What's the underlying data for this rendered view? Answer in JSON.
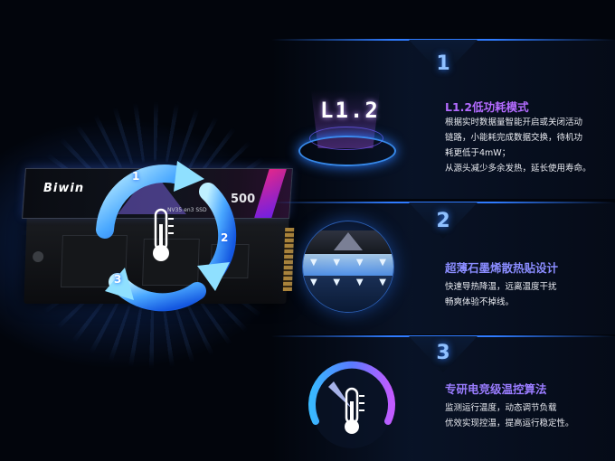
{
  "product": {
    "brand": "Biwin",
    "model": "500",
    "label_sub": "NV35        en3 SSD"
  },
  "cycle": {
    "steps": [
      "1",
      "2",
      "3"
    ],
    "icon": "thermometer-icon",
    "colors": {
      "arrow_light": "#8fe0ff",
      "arrow_dark": "#1a6bff"
    }
  },
  "features": [
    {
      "number": "1",
      "title": "L1.2低功耗模式",
      "icon_text": "L1.2",
      "icon": "l12-badge-icon",
      "lines": [
        "根据实时数据量智能开启或关闭活动",
        "链路，小能耗完成数据交换，待机功",
        "耗更低于4mW；",
        "从源头减少多余发热，延长使用寿命。"
      ]
    },
    {
      "number": "2",
      "title": "超薄石墨烯散热贴设计",
      "icon": "graphene-layer-icon",
      "lines": [
        "快速导热降温，远离温度干扰",
        "畅爽体验不掉线。"
      ]
    },
    {
      "number": "3",
      "title": "专研电竞级温控算法",
      "icon": "temperature-gauge-icon",
      "lines": [
        "监测运行温度，动态调节负载",
        "优效实现控温，提高运行稳定性。"
      ]
    }
  ],
  "colors": {
    "background": "#02050c",
    "accent_blue": "#2f7bff",
    "accent_purple": "#b36bff"
  }
}
